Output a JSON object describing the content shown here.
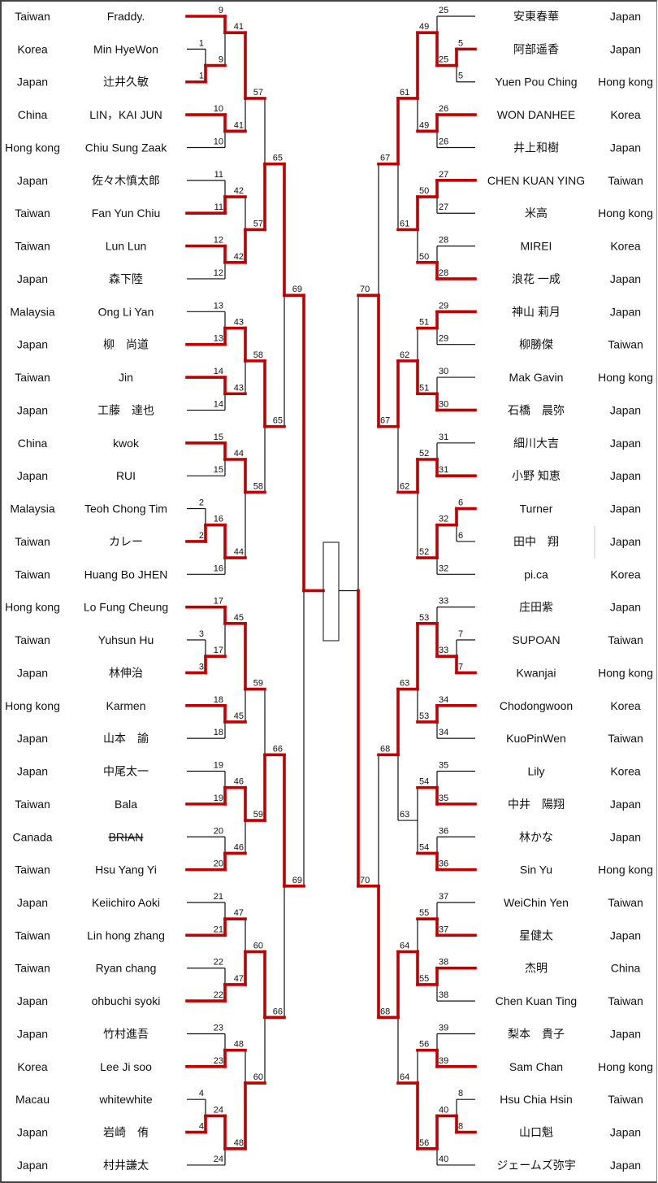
{
  "colors": {
    "win": "#c00000",
    "line": "#111111",
    "box": "#333333"
  },
  "left_players": [
    {
      "country": "Taiwan",
      "name": "Fraddy."
    },
    {
      "country": "Korea",
      "name": "Min HyeWon"
    },
    {
      "country": "Japan",
      "name": "辻井久敏"
    },
    {
      "country": "China",
      "name": "LIN，KAI JUN"
    },
    {
      "country": "Hong kong",
      "name": "Chiu Sung Zaak"
    },
    {
      "country": "Japan",
      "name": "佐々木慎太郎"
    },
    {
      "country": "Taiwan",
      "name": "Fan Yun Chiu"
    },
    {
      "country": "Taiwan",
      "name": "Lun Lun"
    },
    {
      "country": "Japan",
      "name": "森下陸"
    },
    {
      "country": "Malaysia",
      "name": "Ong Li Yan"
    },
    {
      "country": "Japan",
      "name": "柳　尚道"
    },
    {
      "country": "Taiwan",
      "name": "Jin"
    },
    {
      "country": "Japan",
      "name": "工藤　達也"
    },
    {
      "country": "China",
      "name": "kwok"
    },
    {
      "country": "Japan",
      "name": "RUI"
    },
    {
      "country": "Malaysia",
      "name": "Teoh Chong Tim"
    },
    {
      "country": "Taiwan",
      "name": "カレー"
    },
    {
      "country": "Taiwan",
      "name": "Huang Bo JHEN"
    },
    {
      "country": "Hong kong",
      "name": "Lo Fung Cheung"
    },
    {
      "country": "Taiwan",
      "name": "Yuhsun Hu"
    },
    {
      "country": "Japan",
      "name": "林伸治"
    },
    {
      "country": "Hong kong",
      "name": "Karmen"
    },
    {
      "country": "Japan",
      "name": "山本　諭"
    },
    {
      "country": "Japan",
      "name": "中尾太一"
    },
    {
      "country": "Taiwan",
      "name": "Bala"
    },
    {
      "country": "Canada",
      "name": "BRIAN",
      "struck": true
    },
    {
      "country": "Taiwan",
      "name": "Hsu Yang Yi"
    },
    {
      "country": "Japan",
      "name": "Keiichiro Aoki"
    },
    {
      "country": "Taiwan",
      "name": "Lin hong zhang"
    },
    {
      "country": "Taiwan",
      "name": "Ryan chang"
    },
    {
      "country": "Japan",
      "name": "ohbuchi syoki"
    },
    {
      "country": "Japan",
      "name": "竹村進吾"
    },
    {
      "country": "Korea",
      "name": "Lee Ji soo"
    },
    {
      "country": "Macau",
      "name": "whitewhite"
    },
    {
      "country": "Japan",
      "name": "岩崎　侑"
    },
    {
      "country": "Japan",
      "name": "村井謙太"
    }
  ],
  "right_players": [
    {
      "country": "Japan",
      "name": "安東春華"
    },
    {
      "country": "Japan",
      "name": "阿部遥香"
    },
    {
      "country": "Hong kong",
      "name": "Yuen Pou Ching"
    },
    {
      "country": "Korea",
      "name": "WON DANHEE"
    },
    {
      "country": "Japan",
      "name": "井上和樹"
    },
    {
      "country": "Taiwan",
      "name": "CHEN KUAN YING"
    },
    {
      "country": "Hong kong",
      "name": "米高"
    },
    {
      "country": "Korea",
      "name": "MIREI"
    },
    {
      "country": "Japan",
      "name": "浪花 一成"
    },
    {
      "country": "Japan",
      "name": "神山 莉月"
    },
    {
      "country": "Taiwan",
      "name": "柳勝傑"
    },
    {
      "country": "Hong kong",
      "name": "Mak Gavin"
    },
    {
      "country": "Japan",
      "name": "石橋　晨弥"
    },
    {
      "country": "Japan",
      "name": "細川大吉"
    },
    {
      "country": "Japan",
      "name": "小野 知恵"
    },
    {
      "country": "Japan",
      "name": "Turner"
    },
    {
      "country": "Japan",
      "name": "田中　翔"
    },
    {
      "country": "Korea",
      "name": "pi.ca"
    },
    {
      "country": "Japan",
      "name": "庄田紫"
    },
    {
      "country": "Taiwan",
      "name": "SUPOAN"
    },
    {
      "country": "Hong kong",
      "name": "Kwanjai"
    },
    {
      "country": "Korea",
      "name": "Chodongwoon"
    },
    {
      "country": "Taiwan",
      "name": "KuoPinWen"
    },
    {
      "country": "Korea",
      "name": "Lily"
    },
    {
      "country": "Japan",
      "name": "中井　陽翔"
    },
    {
      "country": "Japan",
      "name": "林かな"
    },
    {
      "country": "Hong kong",
      "name": "Sin Yu"
    },
    {
      "country": "Taiwan",
      "name": "WeiChin Yen"
    },
    {
      "country": "Japan",
      "name": "星健太"
    },
    {
      "country": "China",
      "name": "杰明"
    },
    {
      "country": "Taiwan",
      "name": "Chen Kuan Ting"
    },
    {
      "country": "Japan",
      "name": "梨本　貴子"
    },
    {
      "country": "Hong kong",
      "name": "Sam Chan"
    },
    {
      "country": "Taiwan",
      "name": "Hsu Chia Hsin"
    },
    {
      "country": "Japan",
      "name": "山口魁"
    },
    {
      "country": "Japan",
      "name": "ジェームズ弥宇"
    }
  ],
  "matches": [
    {
      "id": "1",
      "side": "left",
      "a": "p1",
      "b": "p2",
      "winner": "b"
    },
    {
      "id": "9",
      "side": "left",
      "a": "p0",
      "b": "m1",
      "winner": "a"
    },
    {
      "id": "10",
      "side": "left",
      "a": "p3",
      "b": "p4",
      "winner": "a"
    },
    {
      "id": "41",
      "side": "left",
      "a": "m9",
      "b": "m10",
      "winner": "a"
    },
    {
      "id": "11",
      "side": "left",
      "a": "p5",
      "b": "p6",
      "winner": "b"
    },
    {
      "id": "12",
      "side": "left",
      "a": "p7",
      "b": "p8",
      "winner": "a"
    },
    {
      "id": "42",
      "side": "left",
      "a": "m11",
      "b": "m12",
      "winner": "b"
    },
    {
      "id": "57",
      "side": "left",
      "a": "m41",
      "b": "m42",
      "winner": "b"
    },
    {
      "id": "13",
      "side": "left",
      "a": "p9",
      "b": "p10",
      "winner": "b"
    },
    {
      "id": "14",
      "side": "left",
      "a": "p11",
      "b": "p12",
      "winner": "a"
    },
    {
      "id": "43",
      "side": "left",
      "a": "m13",
      "b": "m14",
      "winner": "a"
    },
    {
      "id": "15",
      "side": "left",
      "a": "p13",
      "b": "p14",
      "winner": "a"
    },
    {
      "id": "2",
      "side": "left",
      "a": "p15",
      "b": "p16",
      "winner": "b"
    },
    {
      "id": "16",
      "side": "left",
      "a": "m2",
      "b": "p17",
      "winner": "a"
    },
    {
      "id": "44",
      "side": "left",
      "a": "m15",
      "b": "m16",
      "winner": "a"
    },
    {
      "id": "58",
      "side": "left",
      "a": "m43",
      "b": "m44",
      "winner": "a"
    },
    {
      "id": "65",
      "side": "left",
      "a": "m57",
      "b": "m58",
      "winner": "a"
    },
    {
      "id": "3",
      "side": "left",
      "a": "p19",
      "b": "p20",
      "winner": "b"
    },
    {
      "id": "17",
      "side": "left",
      "a": "p18",
      "b": "m3",
      "winner": "a"
    },
    {
      "id": "18",
      "side": "left",
      "a": "p21",
      "b": "p22",
      "winner": "a"
    },
    {
      "id": "45",
      "side": "left",
      "a": "m17",
      "b": "m18",
      "winner": "a"
    },
    {
      "id": "19",
      "side": "left",
      "a": "p23",
      "b": "p24",
      "winner": "b"
    },
    {
      "id": "20",
      "side": "left",
      "a": "p25",
      "b": "p26",
      "winner": "b"
    },
    {
      "id": "46",
      "side": "left",
      "a": "m19",
      "b": "m20",
      "winner": "a"
    },
    {
      "id": "59",
      "side": "left",
      "a": "m45",
      "b": "m46",
      "winner": "b"
    },
    {
      "id": "21",
      "side": "left",
      "a": "p27",
      "b": "p28",
      "winner": "b"
    },
    {
      "id": "22",
      "side": "left",
      "a": "p29",
      "b": "p30",
      "winner": "b"
    },
    {
      "id": "47",
      "side": "left",
      "a": "m21",
      "b": "m22",
      "winner": "b"
    },
    {
      "id": "23",
      "side": "left",
      "a": "p31",
      "b": "p32",
      "winner": "b"
    },
    {
      "id": "4",
      "side": "left",
      "a": "p33",
      "b": "p34",
      "winner": "b"
    },
    {
      "id": "24",
      "side": "left",
      "a": "m4",
      "b": "p35",
      "winner": "a"
    },
    {
      "id": "48",
      "side": "left",
      "a": "m23",
      "b": "m24",
      "winner": "b"
    },
    {
      "id": "60",
      "side": "left",
      "a": "m47",
      "b": "m48",
      "winner": "a"
    },
    {
      "id": "66",
      "side": "left",
      "a": "m59",
      "b": "m60",
      "winner": "a"
    },
    {
      "id": "69",
      "side": "left",
      "a": "m65",
      "b": "m66",
      "winner": "a"
    },
    {
      "id": "5",
      "side": "right",
      "a": "p1",
      "b": "p2",
      "winner": "a"
    },
    {
      "id": "25",
      "side": "right",
      "a": "p0",
      "b": "m5",
      "winner": "b"
    },
    {
      "id": "26",
      "side": "right",
      "a": "p3",
      "b": "p4",
      "winner": "a"
    },
    {
      "id": "49",
      "side": "right",
      "a": "m25",
      "b": "m26",
      "winner": "a"
    },
    {
      "id": "27",
      "side": "right",
      "a": "p5",
      "b": "p6",
      "winner": "a"
    },
    {
      "id": "28",
      "side": "right",
      "a": "p7",
      "b": "p8",
      "winner": "b"
    },
    {
      "id": "50",
      "side": "right",
      "a": "m27",
      "b": "m28",
      "winner": "a"
    },
    {
      "id": "61",
      "side": "right",
      "a": "m49",
      "b": "m50",
      "winner": "a"
    },
    {
      "id": "29",
      "side": "right",
      "a": "p9",
      "b": "p10",
      "winner": "a"
    },
    {
      "id": "30",
      "side": "right",
      "a": "p11",
      "b": "p12",
      "winner": "b"
    },
    {
      "id": "51",
      "side": "right",
      "a": "m29",
      "b": "m30",
      "winner": "b"
    },
    {
      "id": "31",
      "side": "right",
      "a": "p13",
      "b": "p14",
      "winner": "b"
    },
    {
      "id": "6",
      "side": "right",
      "a": "p15",
      "b": "p16",
      "winner": "a"
    },
    {
      "id": "32",
      "side": "right",
      "a": "m6",
      "b": "p17",
      "winner": "a"
    },
    {
      "id": "52",
      "side": "right",
      "a": "m31",
      "b": "m32",
      "winner": "a"
    },
    {
      "id": "62",
      "side": "right",
      "a": "m51",
      "b": "m52",
      "winner": "a"
    },
    {
      "id": "67",
      "side": "right",
      "a": "m61",
      "b": "m62",
      "winner": "b"
    },
    {
      "id": "7",
      "side": "right",
      "a": "p19",
      "b": "p20",
      "winner": "b"
    },
    {
      "id": "33",
      "side": "right",
      "a": "p18",
      "b": "m7",
      "winner": "b"
    },
    {
      "id": "34",
      "side": "right",
      "a": "p21",
      "b": "p22",
      "winner": "a"
    },
    {
      "id": "53",
      "side": "right",
      "a": "m33",
      "b": "m34",
      "winner": "a"
    },
    {
      "id": "35",
      "side": "right",
      "a": "p23",
      "b": "p24",
      "winner": "b"
    },
    {
      "id": "36",
      "side": "right",
      "a": "p25",
      "b": "p26",
      "winner": "b"
    },
    {
      "id": "54",
      "side": "right",
      "a": "m35",
      "b": "m36",
      "winner": null
    },
    {
      "id": "63",
      "side": "right",
      "a": "m53",
      "b": "m54",
      "winner": "a"
    },
    {
      "id": "37",
      "side": "right",
      "a": "p27",
      "b": "p28",
      "winner": "b"
    },
    {
      "id": "38",
      "side": "right",
      "a": "p29",
      "b": "p30",
      "winner": "a"
    },
    {
      "id": "55",
      "side": "right",
      "a": "m37",
      "b": "m38",
      "winner": "b"
    },
    {
      "id": "39",
      "side": "right",
      "a": "p31",
      "b": "p32",
      "winner": "b"
    },
    {
      "id": "8",
      "side": "right",
      "a": "p33",
      "b": "p34",
      "winner": "b"
    },
    {
      "id": "40",
      "side": "right",
      "a": "m8",
      "b": "p35",
      "winner": "a"
    },
    {
      "id": "56",
      "side": "right",
      "a": "m39",
      "b": "m40",
      "winner": "b"
    },
    {
      "id": "64",
      "side": "right",
      "a": "m55",
      "b": "m56",
      "winner": "a"
    },
    {
      "id": "68",
      "side": "right",
      "a": "m63",
      "b": "m64",
      "winner": "b"
    },
    {
      "id": "70",
      "side": "right",
      "a": "m67",
      "b": "m68",
      "winner": "b"
    }
  ],
  "final": {
    "left": "69",
    "right": "70",
    "winner": "left"
  }
}
